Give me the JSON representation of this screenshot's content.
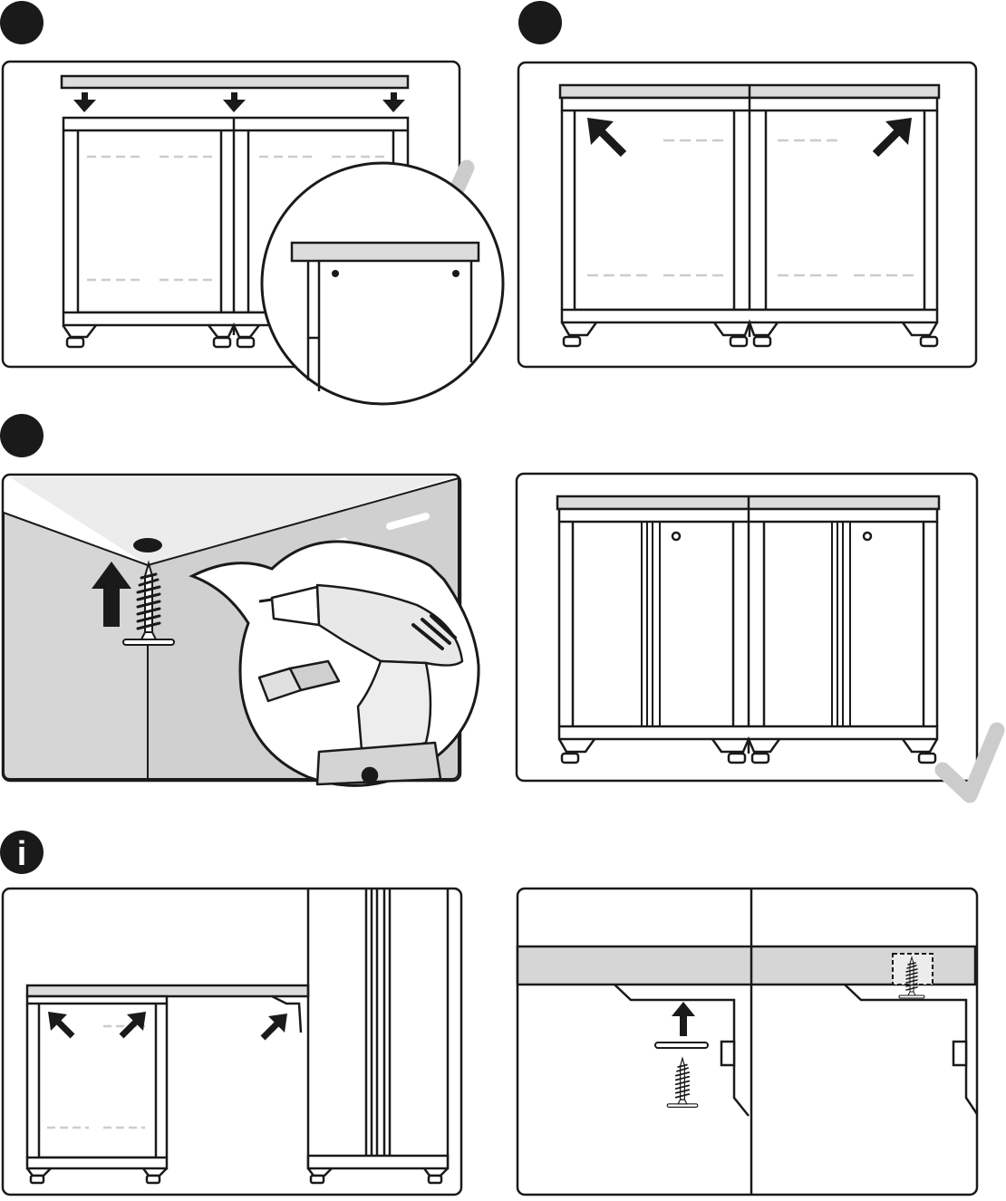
{
  "title": "",
  "steps": [
    {
      "id": "step-1",
      "number": "",
      "icon": "filled-circle-marker"
    },
    {
      "id": "step-2",
      "number": "",
      "icon": "filled-circle-marker"
    },
    {
      "id": "step-3",
      "number": "",
      "icon": "filled-circle-marker"
    }
  ],
  "info": {
    "icon": "info-icon",
    "glyph": "i"
  },
  "icons": {
    "arrow": "arrow-icon",
    "check": "checkmark-icon",
    "screw": "screw-icon",
    "drill": "drill-icon",
    "bit": "screwdriver-bit-icon",
    "magnifier": "zoom-detail-circle"
  },
  "colors": {
    "ink": "#1a1a1a",
    "worktop": "#dcdcdc",
    "wall": "#d6d6d6",
    "check": "#cccccc",
    "background": "#ffffff"
  }
}
